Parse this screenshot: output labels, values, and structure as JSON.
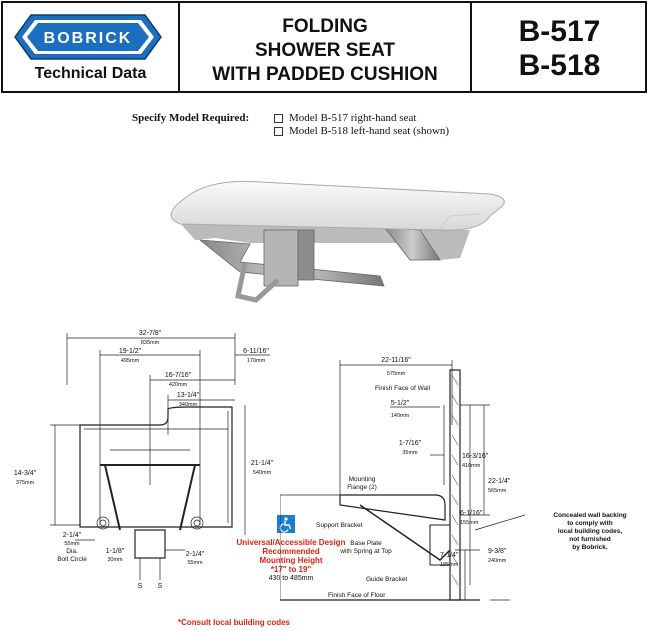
{
  "header": {
    "brand": "BOBRICK",
    "subtitle": "Technical Data",
    "title_lines": [
      "FOLDING",
      "SHOWER SEAT",
      "WITH PADDED CUSHION"
    ],
    "models": [
      "B-517",
      "B-518"
    ],
    "brand_color": "#1a6fbf"
  },
  "spec": {
    "label": "Specify Model Required:",
    "options": [
      "Model B-517 right-hand seat",
      "Model B-518 left-hand seat (shown)"
    ]
  },
  "front_dims": {
    "overall": "32-7/8\"",
    "overall_mm": "835mm",
    "d1": "19-1/2\"",
    "d1_mm": "495mm",
    "d2": "6-11/16\"",
    "d2_mm": "170mm",
    "d3": "16-7/16\"",
    "d3_mm": "420mm",
    "d4": "13-1/4\"",
    "d4_mm": "340mm",
    "height": "14-3/4\"",
    "height_mm": "375mm",
    "depth": "21-1/4\"",
    "depth_mm": "540mm",
    "bolt": "2-1/4\"",
    "bolt_mm": "55mm",
    "bolt_label1": "Dia.",
    "bolt_label2": "Bolt Circle",
    "small1": "1-1/8\"",
    "small1_mm": "30mm",
    "small2": "2-1/4\"",
    "small2_mm": "55mm",
    "s": "S"
  },
  "side_dims": {
    "width": "22-11/16\"",
    "width_mm": "575mm",
    "wall": "Finish Face of Wall",
    "a": "5-1/2\"",
    "a_mm": "140mm",
    "b": "1-7/16\"",
    "b_mm": "35mm",
    "c": "16-3/16\"",
    "c_mm": "410mm",
    "d": "22-1/4\"",
    "d_mm": "565mm",
    "e": "6-1/16\"",
    "e_mm": "155mm",
    "f": "7-1/4\"",
    "f_mm": "185mm",
    "g": "9-3/8\"",
    "g_mm": "240mm",
    "flange1": "Mounting",
    "flange2": "Flange (2)",
    "support": "Support Bracket",
    "base1": "Base Plate",
    "base2": "with Spring at Top",
    "guide": "Guide Bracket",
    "floor": "Finish Face of Floor",
    "conceal": [
      "Concealed wall backing",
      "to comply with",
      "local building codes,",
      "not furnished",
      "by Bobrick."
    ]
  },
  "ada": {
    "lines": [
      "Universal/Accessible Design",
      "Recommended",
      "Mounting Height",
      "*17\" to 19\""
    ],
    "mm": "430 to 485mm"
  },
  "note": "*Consult local building codes"
}
